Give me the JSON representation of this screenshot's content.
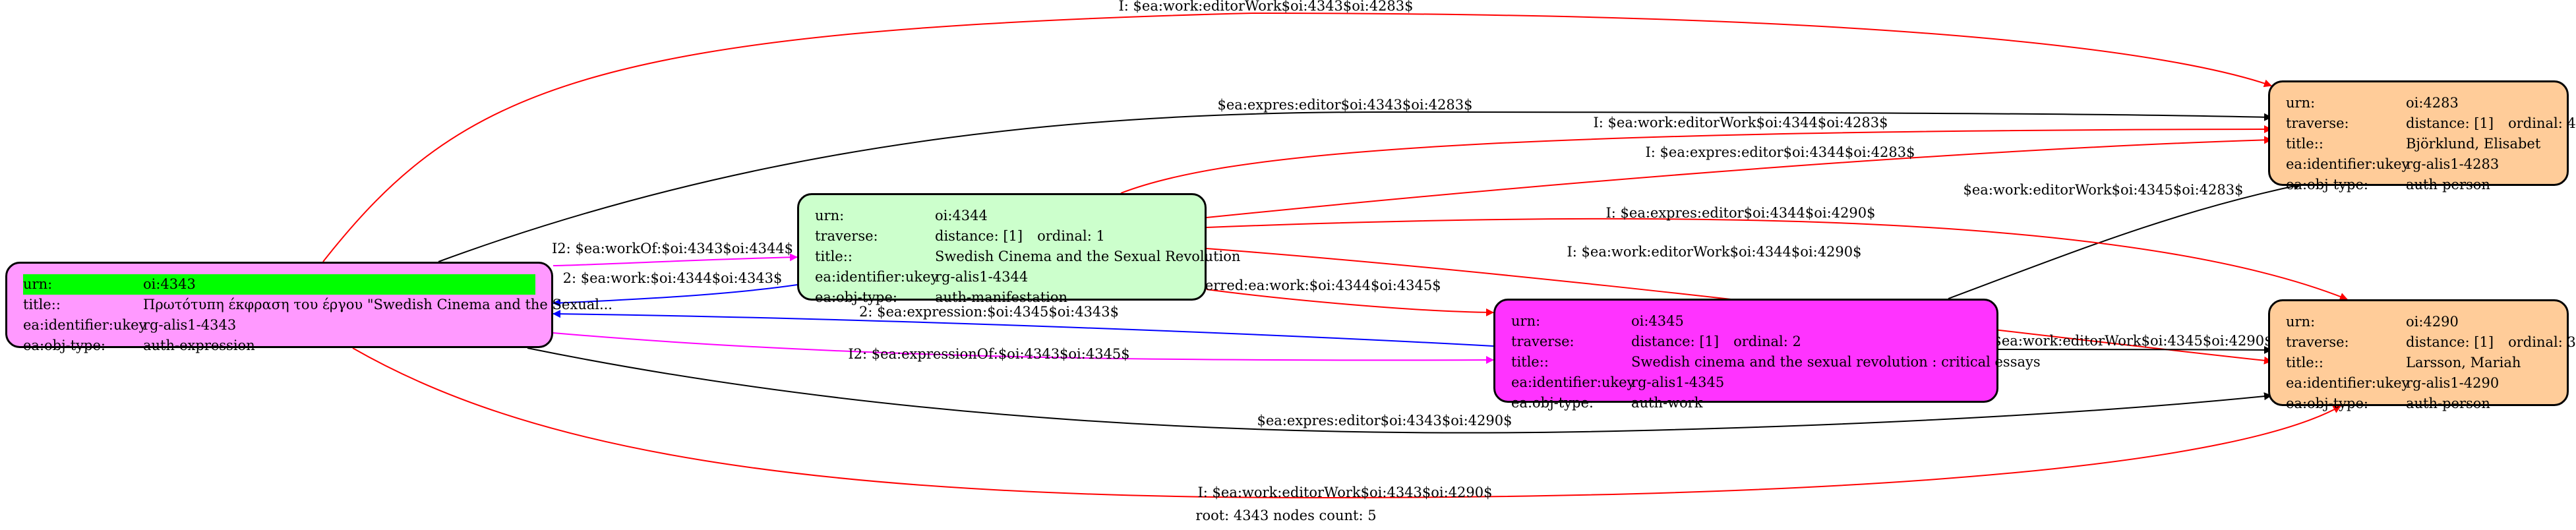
{
  "footer": "root: 4343 nodes count: 5",
  "colors": {
    "red": "#ff0000",
    "magenta": "#ff00ff",
    "blue": "#0000ff",
    "black": "#000000"
  },
  "nodes": [
    {
      "id": "n4343",
      "fill": "#ff99ff",
      "rows": [
        {
          "k": "urn:",
          "v": "oi:4343"
        },
        {
          "k": "title::",
          "v": "Πρωτότυπη έκφραση του έργου \"Swedish Cinema and the Sexual..."
        },
        {
          "k": "ea:identifier:ukey",
          "v": "rg-alis1-4343"
        },
        {
          "k": "ea:obj-type:",
          "v": "auth-expression"
        }
      ],
      "highlight": "#00ff00"
    },
    {
      "id": "n4344",
      "fill": "#ccffcc",
      "rows": [
        {
          "k": "urn:",
          "v": "oi:4344"
        },
        {
          "k": "traverse:",
          "v": "distance: [1]",
          "v2": "ordinal: 1"
        },
        {
          "k": "title::",
          "v": "Swedish Cinema and the Sexual Revolution"
        },
        {
          "k": "ea:identifier:ukey",
          "v": "rg-alis1-4344"
        },
        {
          "k": "ea:obj-type:",
          "v": "auth-manifestation"
        }
      ]
    },
    {
      "id": "n4345",
      "fill": "#ff33ff",
      "rows": [
        {
          "k": "urn:",
          "v": "oi:4345"
        },
        {
          "k": "traverse:",
          "v": "distance: [1]",
          "v2": "ordinal: 2"
        },
        {
          "k": "title::",
          "v": "Swedish cinema and the sexual revolution : critical essays"
        },
        {
          "k": "ea:identifier:ukey",
          "v": "rg-alis1-4345"
        },
        {
          "k": "ea:obj-type:",
          "v": "auth-work"
        }
      ]
    },
    {
      "id": "n4283",
      "fill": "#ffcc99",
      "rows": [
        {
          "k": "urn:",
          "v": "oi:4283"
        },
        {
          "k": "traverse:",
          "v": "distance: [1]",
          "v2": "ordinal: 4"
        },
        {
          "k": "title::",
          "v": "Björklund, Elisabet"
        },
        {
          "k": "ea:identifier:ukey",
          "v": "rg-alis1-4283"
        },
        {
          "k": "ea:obj-type:",
          "v": "auth-person"
        }
      ]
    },
    {
      "id": "n4290",
      "fill": "#ffcc99",
      "rows": [
        {
          "k": "urn:",
          "v": "oi:4290"
        },
        {
          "k": "traverse:",
          "v": "distance: [1]",
          "v2": "ordinal: 3"
        },
        {
          "k": "title::",
          "v": "Larsson, Mariah"
        },
        {
          "k": "ea:identifier:ukey",
          "v": "rg-alis1-4290"
        },
        {
          "k": "ea:obj-type:",
          "v": "auth-person"
        }
      ]
    }
  ],
  "edges": [
    {
      "id": "e1",
      "color": "red",
      "label": "I: $ea:work:editorWork$oi:4343$oi:4283$"
    },
    {
      "id": "e2",
      "color": "black",
      "label": "$ea:expres:editor$oi:4343$oi:4283$"
    },
    {
      "id": "e3",
      "color": "red",
      "label": "I: $ea:work:editorWork$oi:4344$oi:4283$"
    },
    {
      "id": "e4",
      "color": "red",
      "label": "I: $ea:expres:editor$oi:4344$oi:4283$"
    },
    {
      "id": "e5",
      "color": "black",
      "label": "$ea:work:editorWork$oi:4345$oi:4283$"
    },
    {
      "id": "e6",
      "color": "red",
      "label": "I: $ea:expres:editor$oi:4344$oi:4290$"
    },
    {
      "id": "e7",
      "color": "red",
      "label": "I: $ea:work:editorWork$oi:4344$oi:4290$"
    },
    {
      "id": "e8",
      "color": "magenta",
      "label": "I2: $ea:workOf:$oi:4343$oi:4344$"
    },
    {
      "id": "e9",
      "color": "blue",
      "label": "2: $ea:work:$oi:4344$oi:4343$"
    },
    {
      "id": "e10",
      "color": "red",
      "label": "I: $inferred:ea:work:$oi:4344$oi:4345$"
    },
    {
      "id": "e11",
      "color": "blue",
      "label": "2: $ea:expression:$oi:4345$oi:4343$"
    },
    {
      "id": "e12",
      "color": "magenta",
      "label": "I2: $ea:expressionOf:$oi:4343$oi:4345$"
    },
    {
      "id": "e13",
      "color": "black",
      "label": "$ea:work:editorWork$oi:4345$oi:4290$"
    },
    {
      "id": "e14",
      "color": "black",
      "label": "$ea:expres:editor$oi:4343$oi:4290$"
    },
    {
      "id": "e15",
      "color": "red",
      "label": "I: $ea:work:editorWork$oi:4343$oi:4290$"
    }
  ]
}
